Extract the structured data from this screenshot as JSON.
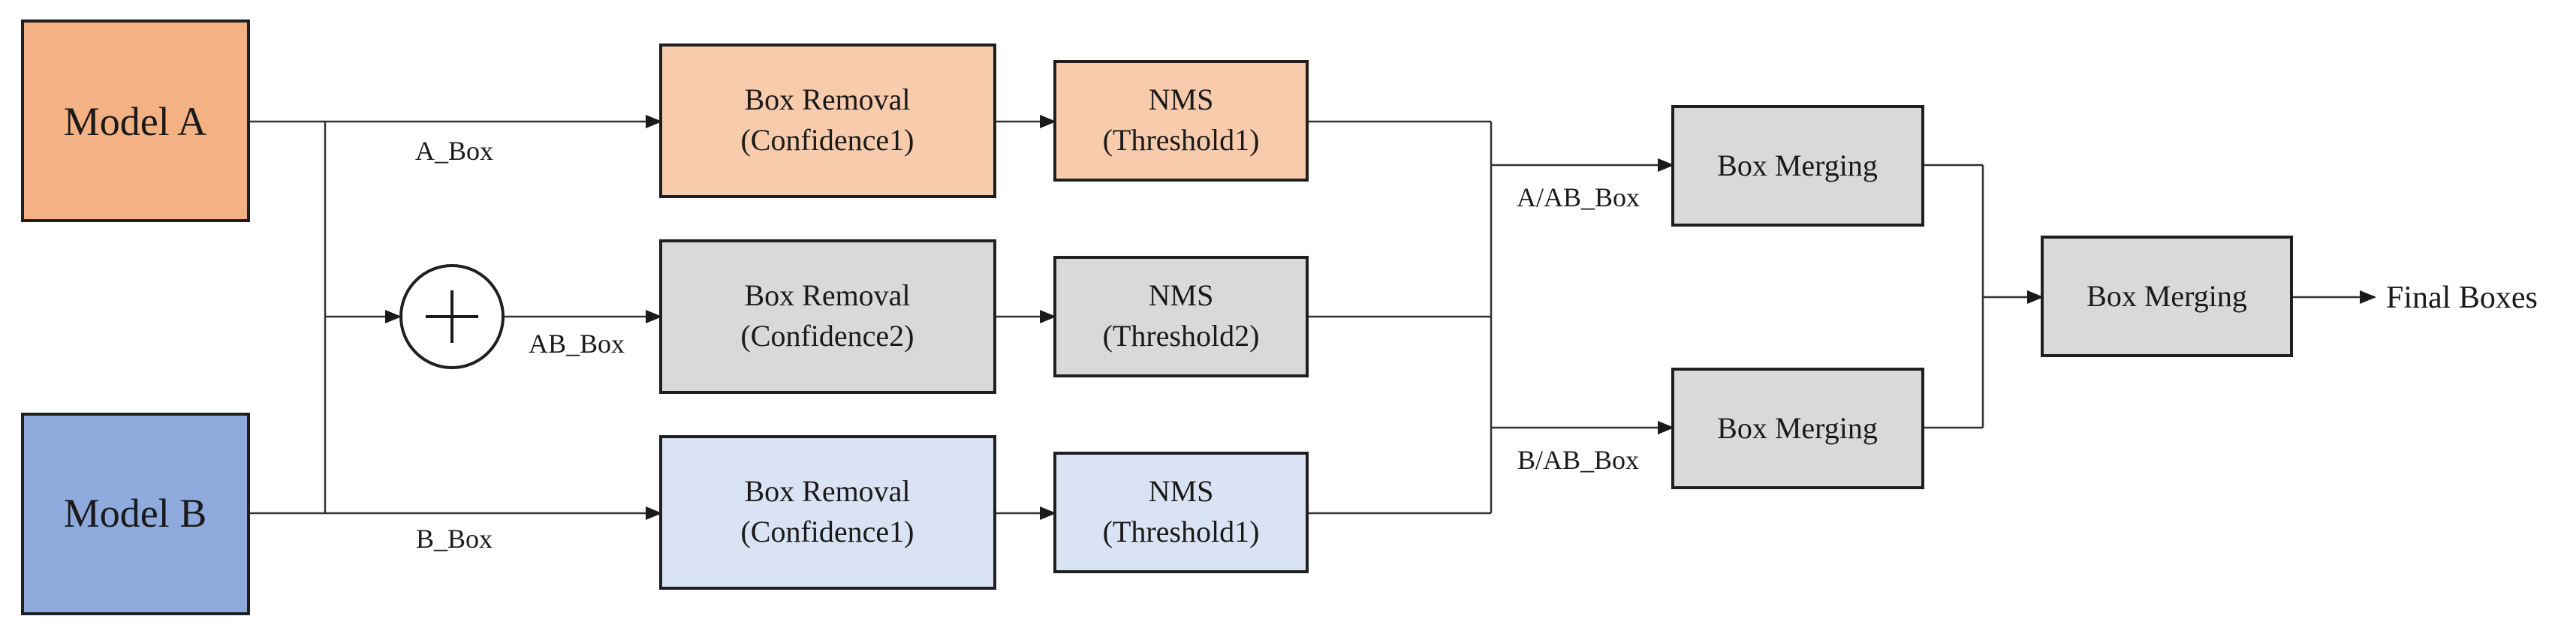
{
  "colors": {
    "orange_dark": "#F4B183",
    "orange_light": "#F8CBAD",
    "gray": "#D9D9D9",
    "blue_dark": "#8FAADC",
    "blue_light": "#DAE3F3",
    "line": "#333333"
  },
  "models": {
    "a": "Model A",
    "b": "Model B"
  },
  "sum_symbol": "+",
  "edges": {
    "a_box": "A_Box",
    "ab_box": "AB_Box",
    "b_box": "B_Box",
    "a_ab_box": "A/AB_Box",
    "b_ab_box": "B/AB_Box"
  },
  "removal": {
    "top": {
      "line1": "Box Removal",
      "line2": "(Confidence1)"
    },
    "middle": {
      "line1": "Box Removal",
      "line2": "(Confidence2)"
    },
    "bottom": {
      "line1": "Box Removal",
      "line2": "(Confidence1)"
    }
  },
  "nms": {
    "top": {
      "line1": "NMS",
      "line2": "(Threshold1)"
    },
    "middle": {
      "line1": "NMS",
      "line2": "(Threshold2)"
    },
    "bottom": {
      "line1": "NMS",
      "line2": "(Threshold1)"
    }
  },
  "merging": {
    "upper": "Box Merging",
    "lower": "Box Merging",
    "final": "Box Merging"
  },
  "output": "Final Boxes"
}
